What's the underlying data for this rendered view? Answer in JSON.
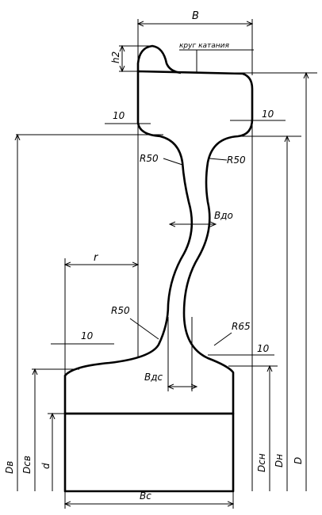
{
  "labels": {
    "B": "B",
    "h2": "h2",
    "krug_katania": "круг катания",
    "ten_left_top": "10",
    "ten_right_top": "10",
    "r50_left_top": "R50",
    "r50_right_top": "R50",
    "bdo": "Bдо",
    "r": "r",
    "r50_bottom": "R50",
    "r65": "R65",
    "ten_left_bottom": "10",
    "ten_right_bottom": "10",
    "bds": "Bдс",
    "Dv": "Dв",
    "Dsv": "Dсв",
    "d": "d",
    "Dsn": "Dсн",
    "Dn": "Dн",
    "D": "D",
    "Bs": "Bс"
  }
}
